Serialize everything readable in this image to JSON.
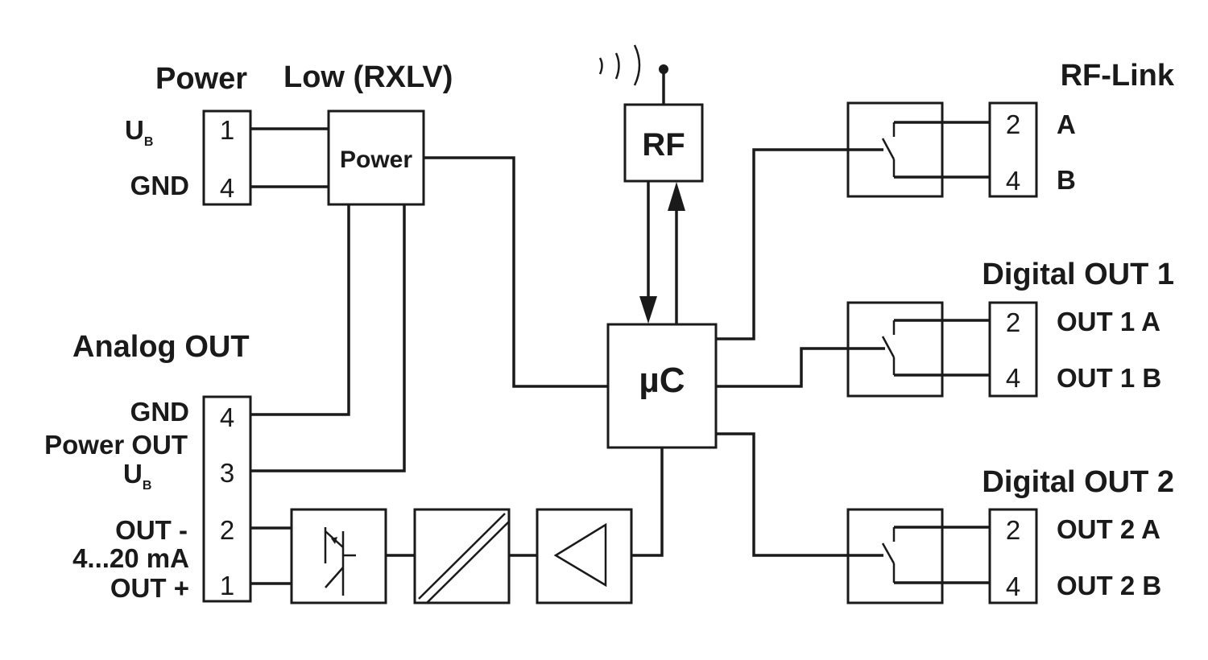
{
  "headings": {
    "power": "Power",
    "low_rxlv": "Low (RXLV)",
    "analog_out": "Analog OUT",
    "rf_link": "RF-Link",
    "digital_out_1": "Digital OUT 1",
    "digital_out_2": "Digital OUT 2"
  },
  "blocks": {
    "power": "Power",
    "rf": "RF",
    "uc": "µC"
  },
  "power_terminal": {
    "pins": [
      "1",
      "4"
    ],
    "labels": {
      "ub_main": "U",
      "ub_sub": "B",
      "gnd": "GND"
    }
  },
  "analog_terminal": {
    "pins": [
      "4",
      "3",
      "2",
      "1"
    ],
    "labels": {
      "gnd": "GND",
      "power_out": "Power OUT",
      "ub_main": "U",
      "ub_sub": "B",
      "out_minus": "OUT -",
      "range": "4...20 mA",
      "out_plus": "OUT +"
    }
  },
  "rf_link_terminal": {
    "pins": [
      "2",
      "4"
    ],
    "labels": [
      "A",
      "B"
    ]
  },
  "digital_out_1_terminal": {
    "pins": [
      "2",
      "4"
    ],
    "labels": [
      "OUT 1 A",
      "OUT 1 B"
    ]
  },
  "digital_out_2_terminal": {
    "pins": [
      "2",
      "4"
    ],
    "labels": [
      "OUT 2 A",
      "OUT 2 B"
    ]
  }
}
